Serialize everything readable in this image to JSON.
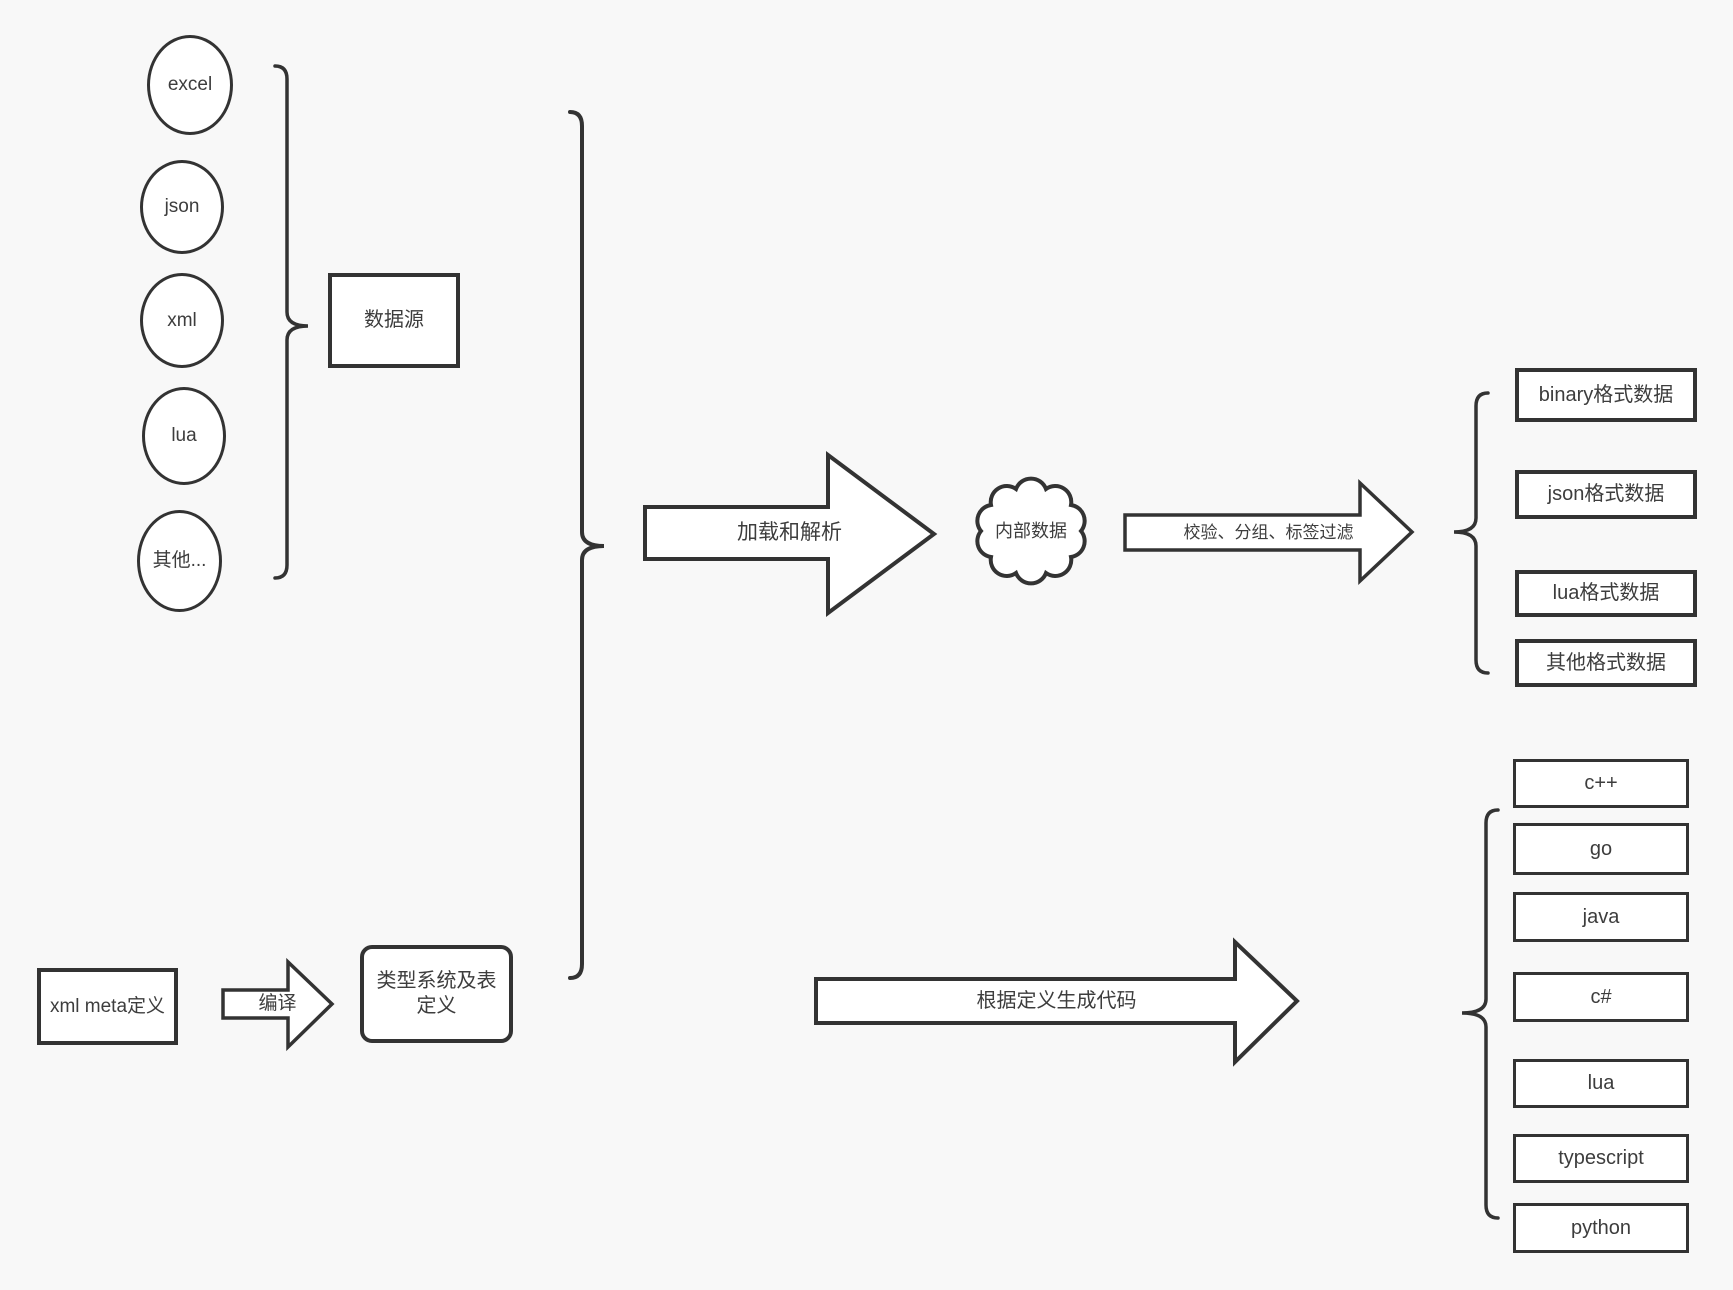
{
  "colors": {
    "background": "#f8f8f8",
    "stroke": "#333333",
    "text": "#3d3d3d",
    "shape_fill": "#ffffff"
  },
  "data_sources": {
    "items": [
      "excel",
      "json",
      "xml",
      "lua",
      "其他..."
    ],
    "group_label": "数据源"
  },
  "pipeline": {
    "load_parse": "加载和解析",
    "internal_data": "内部数据",
    "filter": "校验、分组、标签过滤"
  },
  "output_formats": {
    "items": [
      "binary格式数据",
      "json格式数据",
      "lua格式数据",
      "其他格式数据"
    ]
  },
  "definition_flow": {
    "meta_def": "xml meta定义",
    "compile": "编译",
    "type_system": "类型系统及表定义",
    "codegen": "根据定义生成代码"
  },
  "languages": {
    "items": [
      "c++",
      "go",
      "java",
      "c#",
      "lua",
      "typescript",
      "python"
    ]
  }
}
